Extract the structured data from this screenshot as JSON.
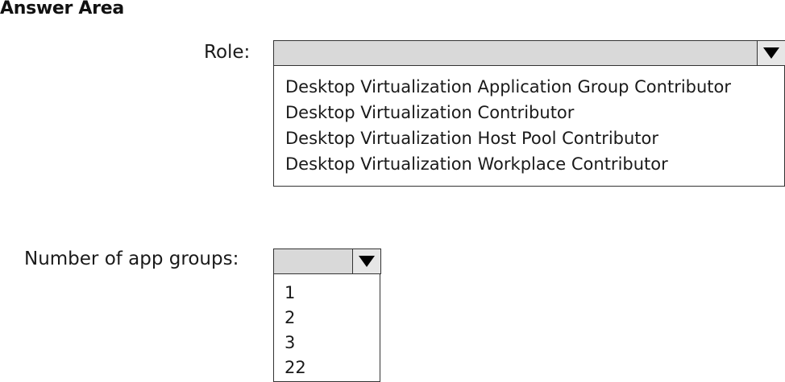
{
  "title": "Answer Area",
  "role_question": {
    "label": "Role:",
    "selected": "",
    "options": [
      "Desktop Virtualization Application Group Contributor",
      "Desktop Virtualization Contributor",
      "Desktop Virtualization Host Pool Contributor",
      "Desktop Virtualization Workplace Contributor"
    ]
  },
  "app_groups_question": {
    "label": "Number of app groups:",
    "selected": "",
    "options": [
      "1",
      "2",
      "3",
      "22"
    ]
  },
  "icons": {
    "dropdown": "chevron-down-icon"
  },
  "colors": {
    "select_background": "#d9d9d9",
    "border": "#333333"
  }
}
